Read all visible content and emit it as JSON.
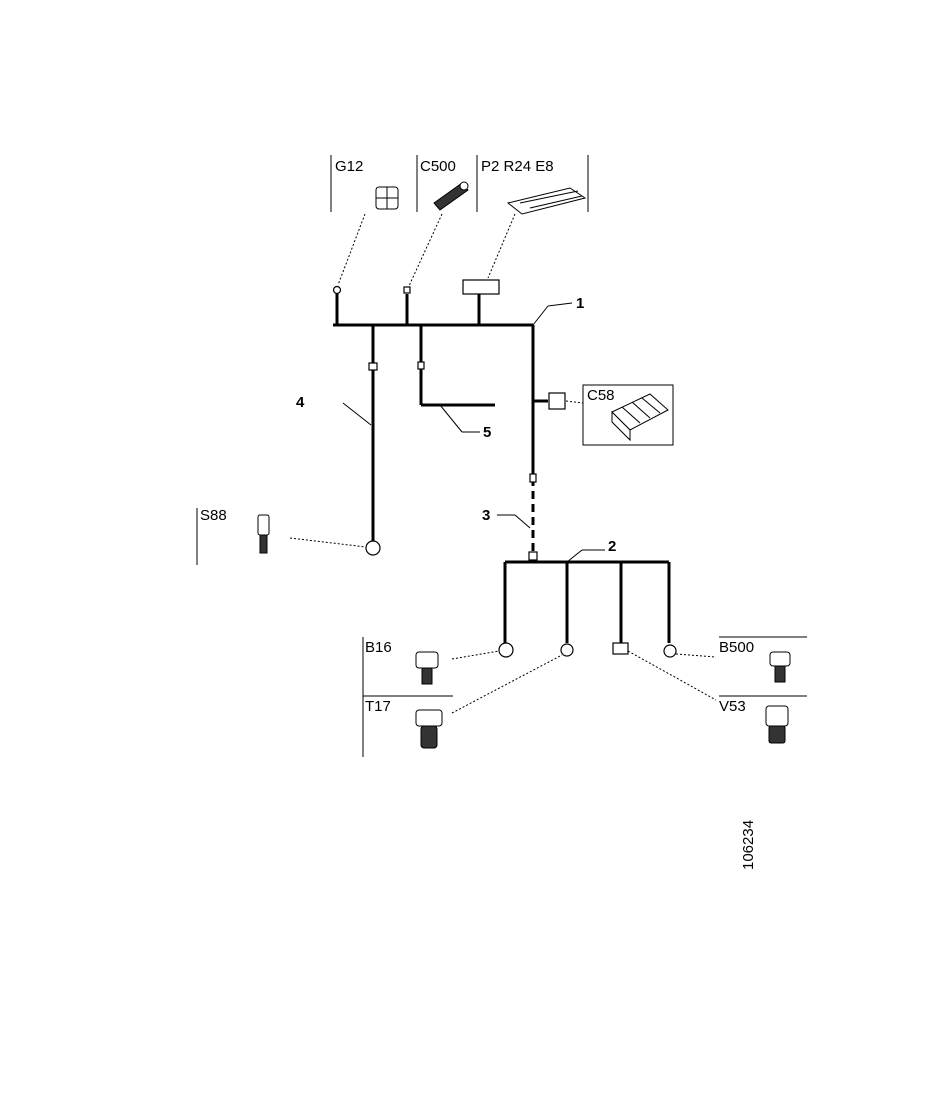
{
  "components": {
    "g12": "G12",
    "c500": "C500",
    "p2": "P2 R24 E8",
    "c58": "C58",
    "s88": "S88",
    "b16": "B16",
    "b500": "B500",
    "t17": "T17",
    "v53": "V53"
  },
  "callouts": {
    "n1": "1",
    "n2": "2",
    "n3": "3",
    "n4": "4",
    "n5": "5"
  },
  "figure_number": "106234"
}
